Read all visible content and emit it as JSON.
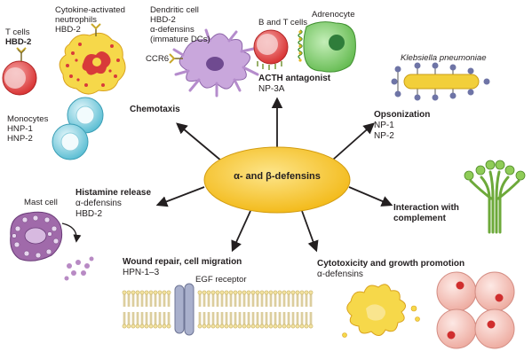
{
  "center_label": "α- and β-defensins",
  "cells": {
    "t_cells": {
      "line1": "T cells",
      "line2": "HBD-2"
    },
    "neutrophils": {
      "line1": "Cytokine-activated",
      "line2": "neutrophils",
      "line3": "HBD-2"
    },
    "dendritic": {
      "line1": "Dendritic cell",
      "line2": "HBD-2",
      "line3": "α-defensins",
      "line4": "(immature DCs)"
    },
    "ccr6": "CCR6",
    "b_t_cells": "B and T cells",
    "adrenocyte": "Adrenocyte",
    "klebsiella": "Klebsiella pneumoniae",
    "monocytes": {
      "line1": "Monocytes",
      "line2": "HNP-1",
      "line3": "HNP-2"
    },
    "mast_cell": "Mast cell",
    "egf_receptor": "EGF receptor"
  },
  "functions": {
    "chemotaxis": {
      "title": "Chemotaxis"
    },
    "acth": {
      "title": "ACTH antagonist",
      "detail": "NP-3A"
    },
    "opsonization": {
      "title": "Opsonization",
      "detail1": "NP-1",
      "detail2": "NP-2"
    },
    "histamine": {
      "title": "Histamine release",
      "detail1": "α-defensins",
      "detail2": "HBD-2"
    },
    "complement": {
      "title1": "Interaction with",
      "title2": "complement"
    },
    "wound": {
      "title": "Wound repair, cell migration",
      "detail": "HPN-1–3"
    },
    "cytotoxicity": {
      "title": "Cytotoxicity and growth promotion",
      "detail": "α-defensins"
    }
  },
  "colors": {
    "center_fill": "#f6c830",
    "arrow": "#231f20",
    "t_cell": "#e64a4a",
    "neutrophil": "#f6d84a",
    "dendritic": "#c9a7dc",
    "adrenocyte": "#7ccf6a",
    "monocyte": "#74c9da",
    "mast_cell": "#a06aaa",
    "bacterium": "#f2cf3a",
    "complement": "#84c24e",
    "membrane_protein": "#a9b0cc",
    "tumor_cell": "#f2c1b8"
  }
}
